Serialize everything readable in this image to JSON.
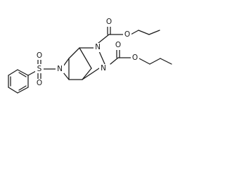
{
  "molecule": {
    "atoms": {
      "n_aziridine": "N",
      "s_sulfonyl": "S",
      "o_sulfonyl_top": "O",
      "o_sulfonyl_bottom": "O",
      "n_upper": "N",
      "n_lower": "N",
      "o_carbonyl_upper": "O",
      "o_ester_upper": "O",
      "o_carbonyl_lower": "O",
      "o_ester_lower": "O"
    }
  }
}
